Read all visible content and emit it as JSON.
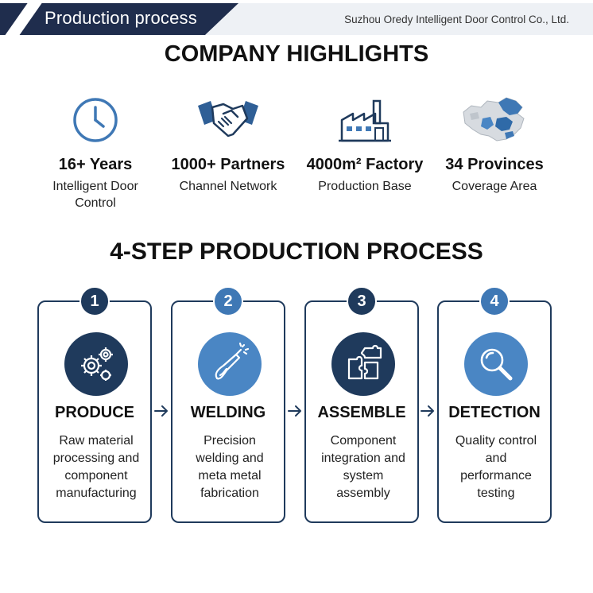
{
  "banner": {
    "title": "Production process",
    "company": "Suzhou Oredy Intelligent Door Control Co., Ltd."
  },
  "highlights_title": "COMPANY HIGHLIGHTS",
  "highlights": [
    {
      "icon": "clock-icon",
      "value": "16+ Years",
      "line1": "Intelligent Door",
      "line2": "Control"
    },
    {
      "icon": "handshake-icon",
      "value": "1000+ Partners",
      "line1": "Channel Network",
      "line2": ""
    },
    {
      "icon": "factory-icon",
      "value": "4000m² Factory",
      "line1": "Production Base",
      "line2": ""
    },
    {
      "icon": "china-map-icon",
      "value": "34 Provinces",
      "line1": "Coverage Area",
      "line2": ""
    }
  ],
  "process_title": "4-STEP PRODUCTION PROCESS",
  "steps": [
    {
      "number": "1",
      "icon": "gears-icon",
      "name": "PRODUCE",
      "desc": [
        "Raw material",
        "processing and",
        "component",
        "manufacturing"
      ]
    },
    {
      "number": "2",
      "icon": "welding-torch-icon",
      "name": "WELDING",
      "desc": [
        "Precision",
        "welding and",
        "meta metal",
        "fabrication"
      ]
    },
    {
      "number": "3",
      "icon": "puzzle-icon",
      "name": "ASSEMBLE",
      "desc": [
        "Component",
        "integration and",
        "system",
        "assembly"
      ]
    },
    {
      "number": "4",
      "icon": "magnifier-icon",
      "name": "DETECTION",
      "desc": [
        "Quality control",
        "and",
        "performance",
        "testing"
      ]
    }
  ],
  "colors": {
    "navy": "#1f2d4d",
    "blue_dark": "#1f3a5c",
    "blue_light": "#4a86c4"
  }
}
